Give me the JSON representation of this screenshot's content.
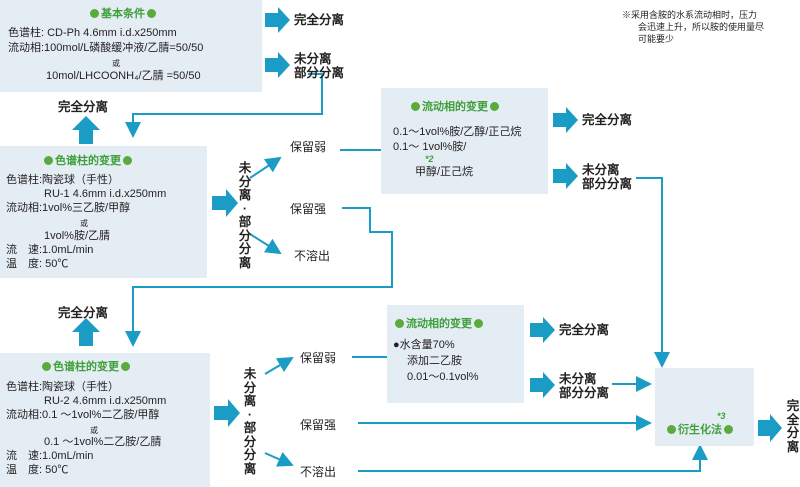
{
  "note": [
    "※采用含胺的水系流动相时，压力",
    "会迅速上升，所以胺的使用量尽",
    "可能要少"
  ],
  "basic": {
    "header": "基本条件",
    "lines": [
      "色谱柱: CD-Ph 4.6mm i.d.x250mm",
      "流动相:100mol/L磷酸缓冲液/乙腈=50/50",
      "或",
      "10mol/LHCOONH₄/乙腈 =50/50"
    ]
  },
  "full_sep": "完全分离",
  "partial_sep": [
    "未分离",
    "部分分离"
  ],
  "vertical_partial": "未分离·部分分离",
  "retention_weak": "保留弱",
  "retention_strong": "保留强",
  "insoluble": "不溶出",
  "column1": {
    "header": "色谱柱的变更",
    "lines": [
      "色谱柱:陶瓷球（手性）",
      "RU-1 4.6mm i.d.x250mm",
      "流动相:1vol%三乙胺/甲醇",
      "或",
      "1vol%胺/乙腈",
      "流　速:1.0mL/min",
      "温　度: 50℃"
    ]
  },
  "mobile1": {
    "header": "流动相的变更",
    "lines": [
      "0.1～1vol%胺/乙醇/正己烷",
      "0.1～ 1vol%胺/",
      "甲醇/正己烷"
    ],
    "star": "*2"
  },
  "column2": {
    "header": "色谱柱的变更",
    "lines": [
      "色谱柱:陶瓷球（手性）",
      "RU-2 4.6mm i.d.x250mm",
      "流动相:0.1 ～1vol%二乙胺/甲醇",
      "或",
      "0.1 ～1vol%二乙胺/乙腈",
      "流　速:1.0mL/min",
      "温　度: 50℃"
    ]
  },
  "mobile2": {
    "header": "流动相的变更",
    "lines": [
      "●水含量70%",
      "添加二乙胺",
      "0.01～0.1vol%"
    ]
  },
  "deriv": {
    "header": "衍生化法",
    "star": "*3"
  },
  "full_sep_vertical": "完全分离",
  "colors": {
    "box": "#e4edf3",
    "arrow": "#1a9cc4",
    "green": "#3f9f3b"
  }
}
